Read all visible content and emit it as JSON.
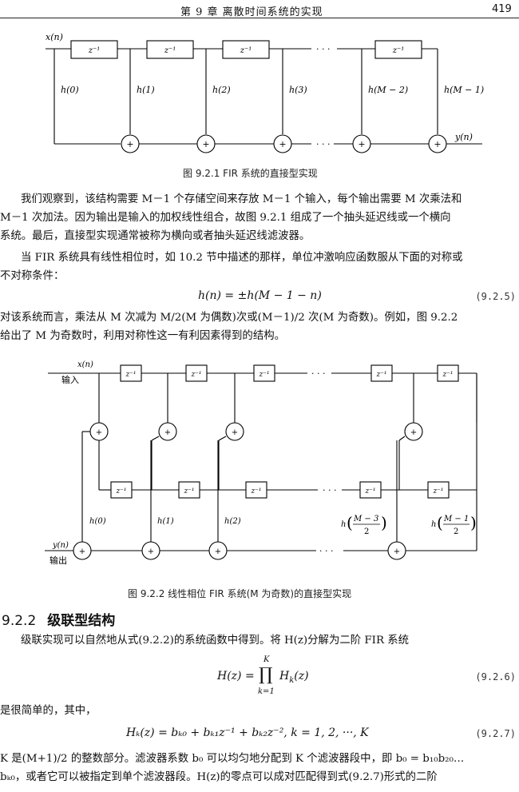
{
  "header": {
    "chapter_title": "第 9 章   离散时间系统的实现",
    "page_number": "419"
  },
  "figure1": {
    "input_label": "x(n)",
    "output_label": "y(n)",
    "delay_label": "z⁻¹",
    "dots": "· · ·",
    "coef": [
      "h(0)",
      "h(1)",
      "h(2)",
      "h(3)",
      "h(M − 2)",
      "h(M − 1)"
    ],
    "adder": "+",
    "caption": "图 9.2.1   FIR 系统的直接型实现"
  },
  "para1": [
    "我们观察到，该结构需要 M－1 个存储空间来存放 M－1 个输入，每个输出需要 M 次乘法和",
    "M－1 次加法。因为输出是输入的加权线性组合，故图 9.2.1 组成了一个抽头延迟线或一个横向",
    "系统。最后，直接型实现通常被称为横向或者抽头延迟线滤波器。"
  ],
  "para2": [
    "当 FIR 系统具有线性相位时，如 10.2 节中描述的那样，单位冲激响应函数服从下面的对称或",
    "不对称条件："
  ],
  "eq1": {
    "body": "h(n) = ±h(M − 1 − n)",
    "number": "(9.2.5)"
  },
  "para3": [
    "对该系统而言，乘法从 M 次减为 M/2(M 为偶数)次或(M－1)/2 次(M 为奇数)。例如，图 9.2.2",
    "给出了 M 为奇数时，利用对称性这一有利因素得到的结构。"
  ],
  "figure2": {
    "input_label": "x(n)",
    "input_text": "输入",
    "output_label": "y(n)",
    "output_text": "输出",
    "delay_label": "z⁻¹",
    "dots": "· · ·",
    "coef": [
      "h(0)",
      "h(1)",
      "h(2)"
    ],
    "coef_frac": [
      {
        "prefix": "h",
        "num": "M − 3",
        "den": "2"
      },
      {
        "prefix": "h",
        "num": "M − 1",
        "den": "2"
      }
    ],
    "adder": "+",
    "caption": "图 9.2.2   线性相位 FIR 系统(M 为奇数)的直接型实现"
  },
  "section": {
    "number": "9.2.2",
    "title": "级联型结构"
  },
  "para4": "级联实现可以自然地从式(9.2.2)的系统函数中得到。将 H(z)分解为二阶 FIR 系统",
  "eq2": {
    "lhs": "H(z) =",
    "prod": "∏",
    "upper": "K",
    "lower": "k=1",
    "rhs": "H",
    "sub": "k",
    "arg": "(z)",
    "number": "(9.2.6)"
  },
  "para5": "是很简单的，其中，",
  "eq3": {
    "body": "Hₖ(z) = bₖ₀ + bₖ₁z⁻¹ + bₖ₂z⁻²,        k = 1, 2, ···, K",
    "number": "(9.2.7)"
  },
  "para6": [
    "K 是(M+1)/2 的整数部分。滤波器系数 b₀ 可以均匀地分配到 K 个滤波器段中，即 b₀ = b₁₀b₂₀…",
    "bₖ₀，或者它可以被指定到单个滤波器段。H(z)的零点可以成对匹配得到式(9.2.7)形式的二阶"
  ]
}
